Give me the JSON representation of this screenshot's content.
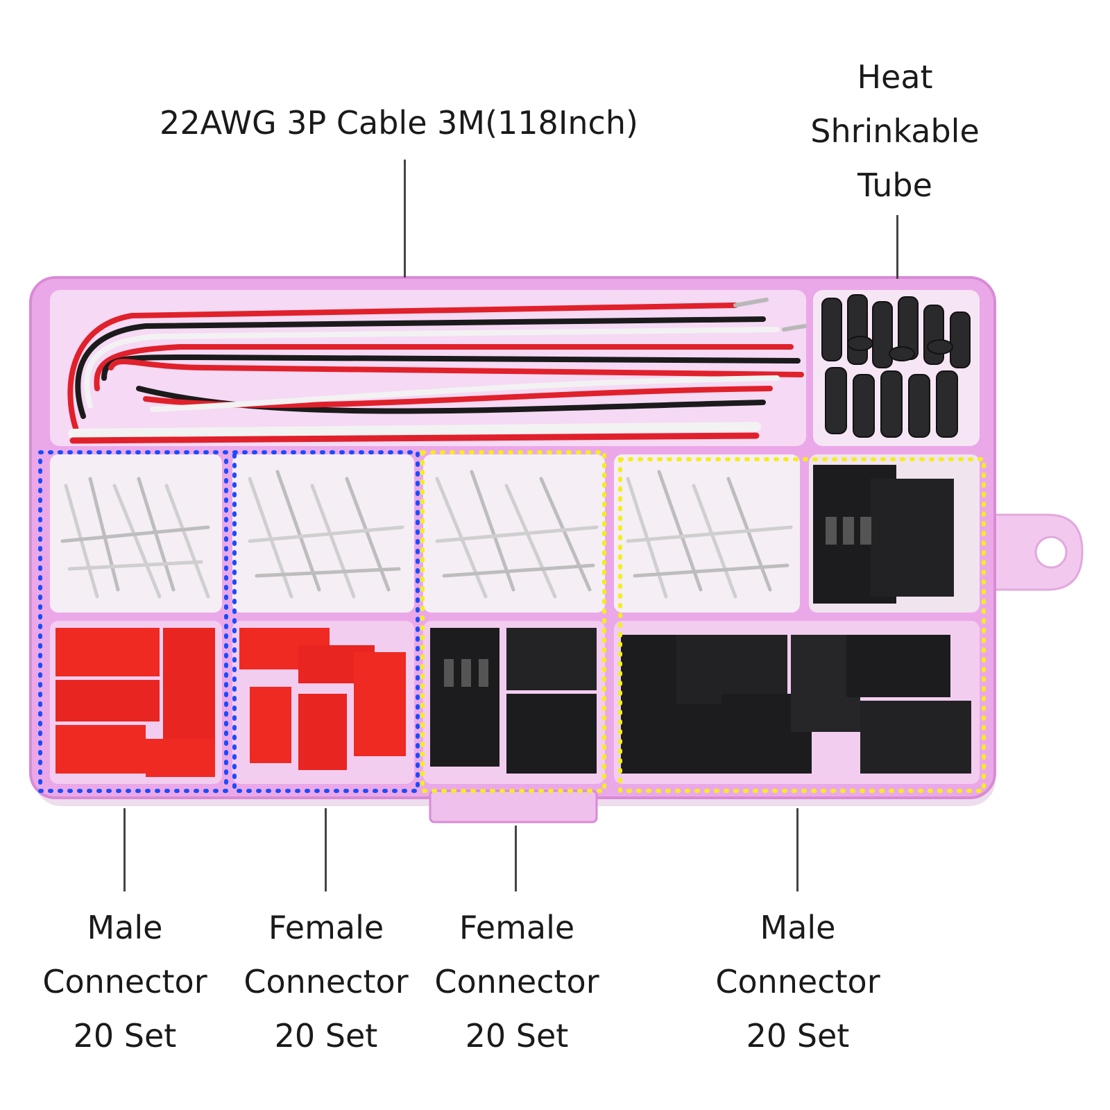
{
  "labels": {
    "cable": "22AWG 3P Cable 3M(118Inch)",
    "tube": [
      "Heat",
      "Shrinkable",
      "Tube"
    ],
    "male_left": [
      "Male",
      "Connector",
      "20 Set"
    ],
    "female_left": [
      "Female",
      "Connector",
      "20 Set"
    ],
    "female_right": [
      "Female",
      "Connector",
      "20 Set"
    ],
    "male_right": [
      "Male",
      "Connector",
      "20 Set"
    ]
  },
  "colors": {
    "box": "#e9a6e6",
    "box_edge": "#d47fd3",
    "wire_red": "#e0212b",
    "wire_black": "#1b1b1b",
    "wire_white": "#f2f2f2",
    "housing_red": "#ef2a22",
    "housing_black": "#1c1c1e",
    "terminal_silver": "#c9c9c9",
    "outline_blue": "#1a4cff",
    "outline_yellow": "#f4ee1c"
  }
}
